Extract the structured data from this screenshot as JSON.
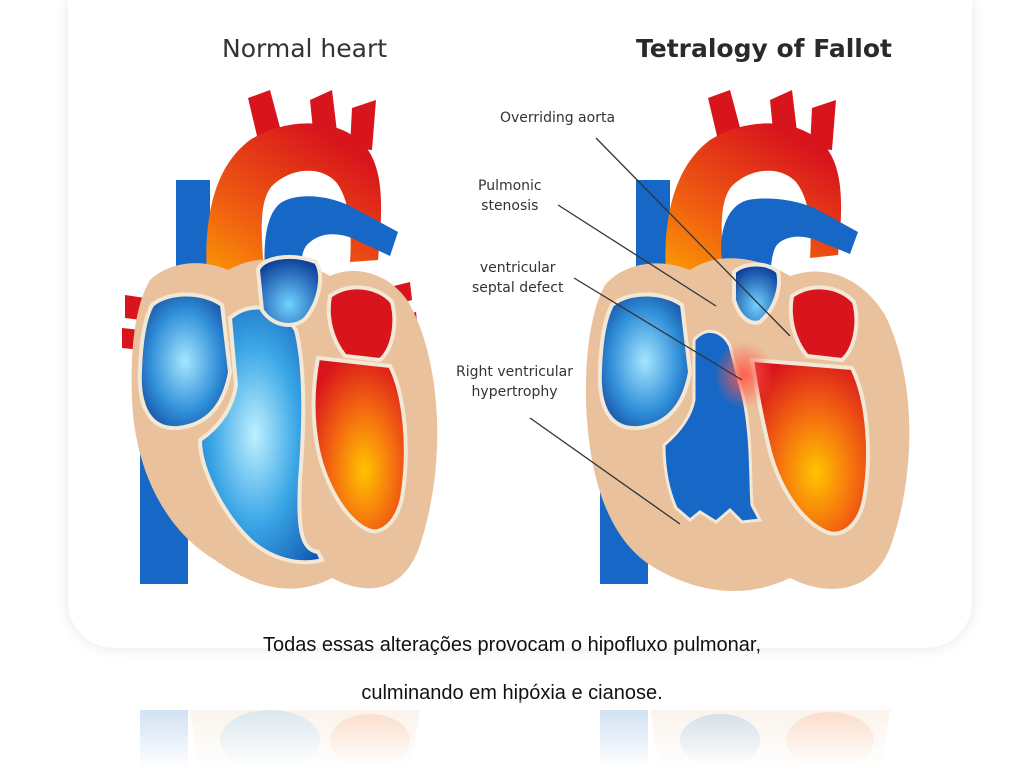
{
  "diagram": {
    "title_normal": "Normal heart",
    "title_tof": "Tetralogy of Fallot",
    "labels": {
      "overriding_aorta": "Overriding aorta",
      "pulmonic_stenosis_l1": "Pulmonic",
      "pulmonic_stenosis_l2": "stenosis",
      "vsd_l1": "ventricular",
      "vsd_l2": "septal defect",
      "rvh_l1": "Right ventricular",
      "rvh_l2": "hypertrophy"
    }
  },
  "caption": {
    "line1": "Todas essas alterações provocam o hipofluxo pulmonar,",
    "line2": "culminando em hipóxia e cianose."
  },
  "colors": {
    "oxygenated": "#d8141c",
    "deoxygenated": "#1a6fc8",
    "muscle": "#e9c29d",
    "card_bg": "#ffffff"
  }
}
